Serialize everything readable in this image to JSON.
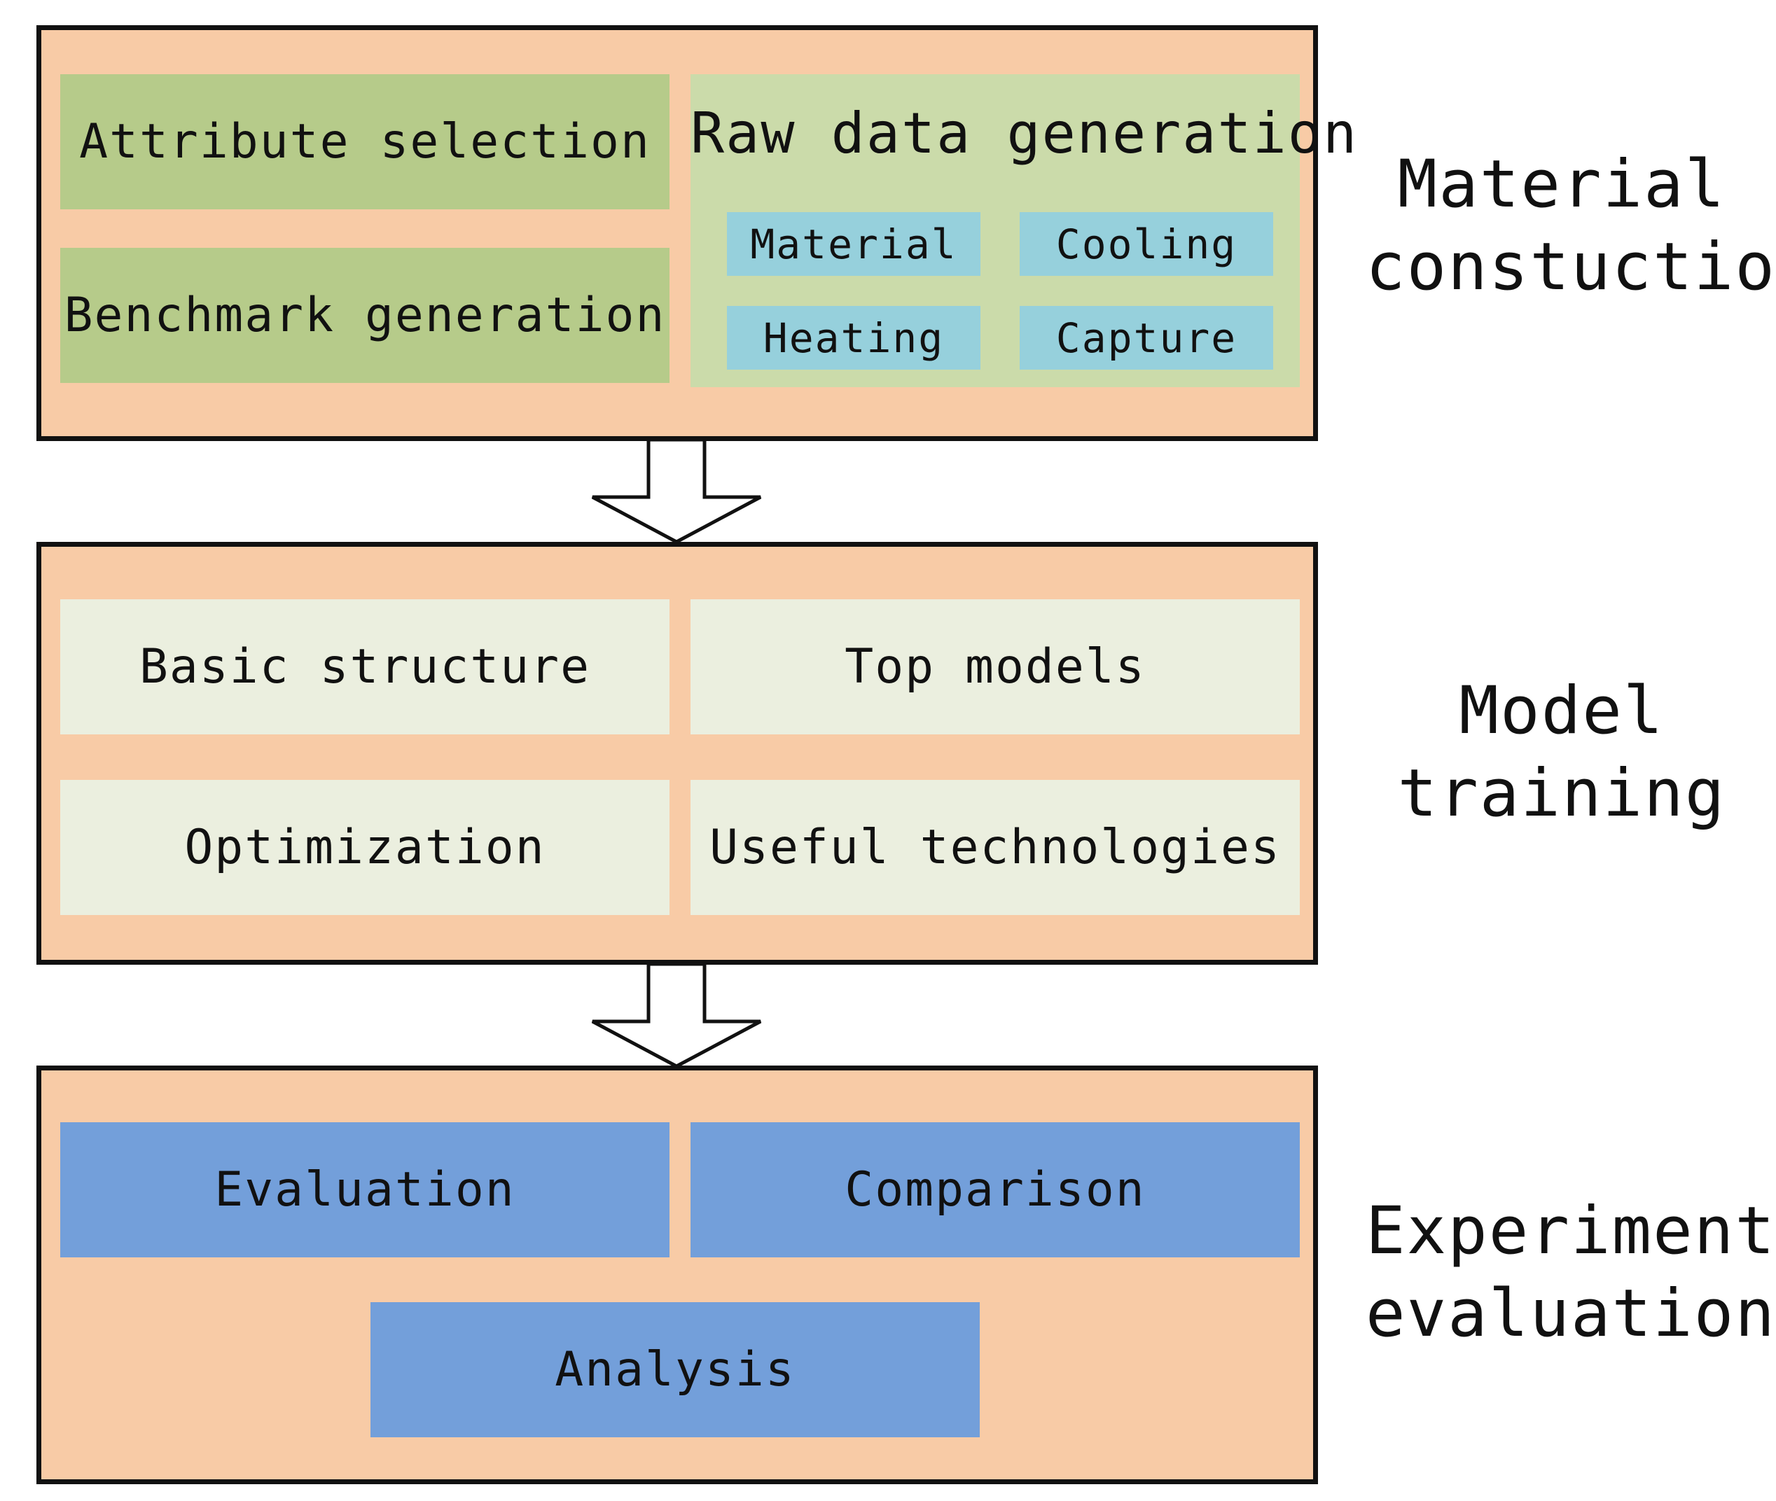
{
  "stages": [
    {
      "label_line1": "Material",
      "label_line2": "constuction",
      "boxes": {
        "attribute_selection": "Attribute selection",
        "benchmark_generation": "Benchmark generation",
        "raw_data_generation": "Raw data generation",
        "material": "Material",
        "cooling": "Cooling",
        "heating": "Heating",
        "capture": "Capture"
      }
    },
    {
      "label_line1": "Model",
      "label_line2": "training",
      "boxes": {
        "basic_structure": "Basic structure",
        "top_models": "Top models",
        "optimization": "Optimization",
        "useful_technologies": "Useful technologies"
      }
    },
    {
      "label_line1": "Experiment",
      "label_line2": "evaluation",
      "boxes": {
        "evaluation": "Evaluation",
        "comparison": "Comparison",
        "analysis": "Analysis"
      }
    }
  ],
  "colors": {
    "stage_fill": "#F8CBA6",
    "green_box": "#B6CB8A",
    "green_panel": "#CBDBAA",
    "teal_box": "#96D0DC",
    "pale_box": "#EBEFDF",
    "blue_box": "#739FDA",
    "border": "#111111"
  }
}
